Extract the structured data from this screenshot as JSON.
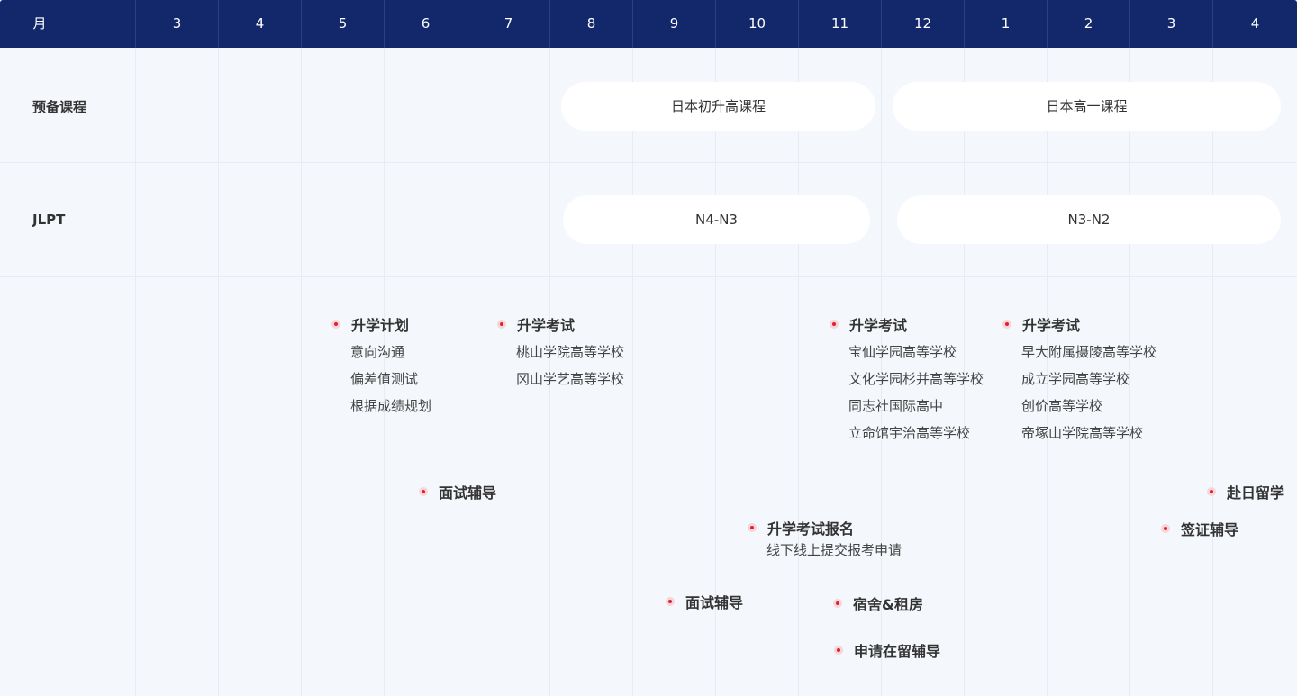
{
  "header": {
    "corner": "月",
    "months": [
      "3",
      "4",
      "5",
      "6",
      "7",
      "8",
      "9",
      "10",
      "11",
      "12",
      "1",
      "2",
      "3",
      "4"
    ]
  },
  "rows": {
    "prep": "预备课程",
    "jlpt": "JLPT"
  },
  "prep_courses": [
    "日本初升高课程",
    "日本高一课程"
  ],
  "jlpt_levels": [
    "N4-N3",
    "N3-N2"
  ],
  "events": [
    {
      "title": "升学计划",
      "items": [
        "意向沟通",
        "偏差值测试",
        "根据成绩规划"
      ]
    },
    {
      "title": "升学考试",
      "items": [
        "桃山学院高等学校",
        "冈山学艺高等学校"
      ]
    },
    {
      "title": "升学考试",
      "items": [
        "宝仙学园高等学校",
        "文化学园杉并高等学校",
        "同志社国际高中",
        "立命馆宇治高等学校"
      ]
    },
    {
      "title": "升学考试",
      "items": [
        "早大附属摄陵高等学校",
        "成立学园高等学校",
        "创价高等学校",
        "帝塚山学院高等学校"
      ]
    },
    {
      "title": "面试辅导",
      "items": []
    },
    {
      "title": "升学考试报名",
      "items": [
        "线下线上提交报考申请"
      ]
    },
    {
      "title": "面试辅导",
      "items": []
    },
    {
      "title": "宿舍&租房",
      "items": []
    },
    {
      "title": "申请在留辅导",
      "items": []
    },
    {
      "title": "赴日留学",
      "items": []
    },
    {
      "title": "签证辅导",
      "items": []
    }
  ]
}
